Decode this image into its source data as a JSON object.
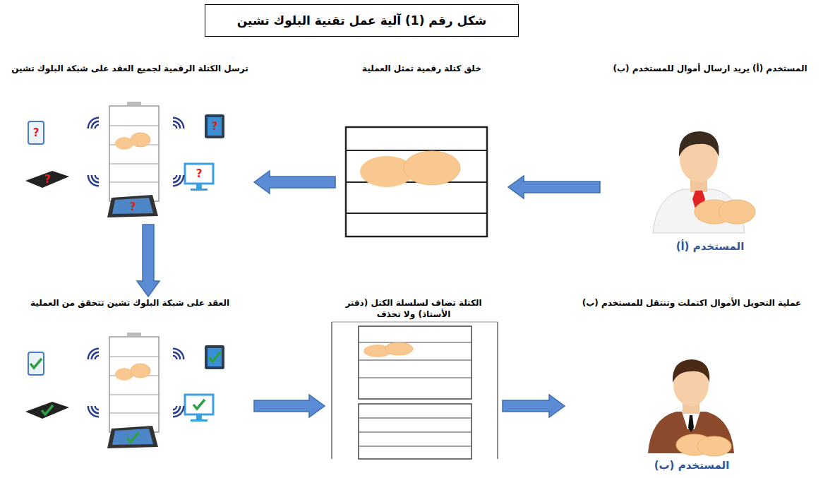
{
  "diagram": {
    "title": "شكل رقم (1) آلية عمل تقنية البلوك تشين",
    "nodes": [
      {
        "text": [
          "المستخدم (أ) يريد ارسال أموال للمستخدم (ب)",
          "المستخدم (أ)"
        ]
      },
      {
        "text": [
          "خلق كتلة رقمية تمثل العملية"
        ]
      },
      {
        "text": [
          "ترسل الكتلة الرقمية لجميع العقد على شبكة البلوك تشين"
        ]
      },
      {
        "text": [
          "العقد على شبكة البلوك تشين تتحقق من العملية"
        ]
      },
      {
        "text": [
          "الكتلة تضاف لسلسلة الكتل (دفتر الأستاذ) ولا تحذف"
        ]
      },
      {
        "text": [
          "عملية التحويل الأموال اكتملت وتنتقل للمستخدم (ب)",
          "المستخدم (ب)"
        ]
      }
    ],
    "edges": [
      {
        "from": 0,
        "to": 1,
        "arrow": "to"
      },
      {
        "from": 1,
        "to": 2,
        "arrow": "to"
      },
      {
        "from": 2,
        "to": 3,
        "arrow": "to"
      },
      {
        "from": 3,
        "to": 4,
        "arrow": "to"
      },
      {
        "from": 4,
        "to": 5,
        "arrow": "to"
      }
    ],
    "labels": [
      "?",
      "?",
      "?",
      "?",
      "?"
    ]
  }
}
